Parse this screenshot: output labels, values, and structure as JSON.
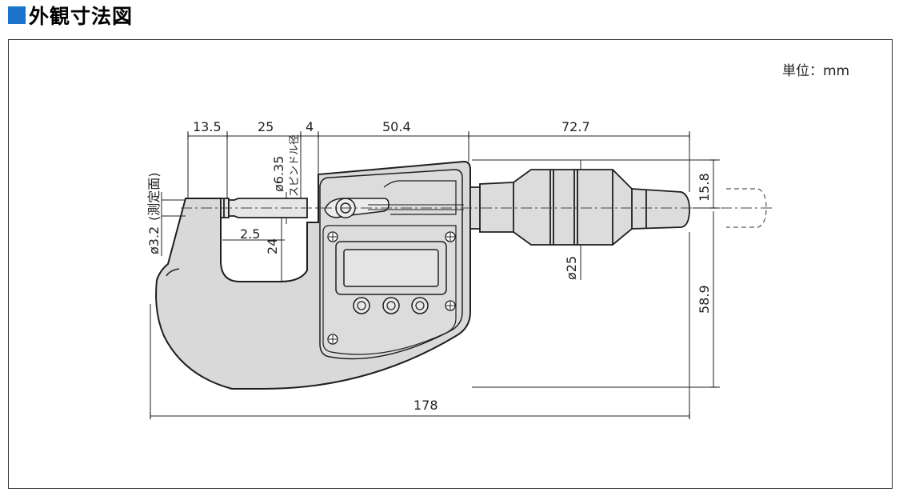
{
  "header": {
    "title": "外観寸法図",
    "accent_color": "#1a73c8"
  },
  "unit_label": "単位：mm",
  "dimensions": {
    "d13_5": "13.5",
    "d25": "25",
    "d4": "4",
    "d50_4": "50.4",
    "d72_7": "72.7",
    "d15_8": "15.8",
    "d58_9": "58.9",
    "d178": "178",
    "d2_5": "2.5",
    "d24": "24",
    "spindle_dia": "ø6.35",
    "spindle_label": "スピンドル径",
    "face_dia": "ø3.2",
    "face_label": "(測定面)",
    "thimble_dia": "ø25"
  },
  "colors": {
    "body_fill": "#d9d9d9",
    "line": "#1e1e1e",
    "lcd": "#e4e4e4"
  }
}
